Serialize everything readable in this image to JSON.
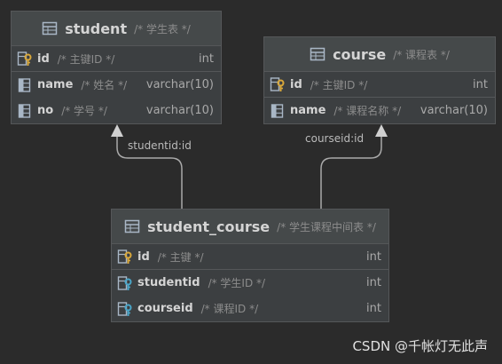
{
  "tables": {
    "student": {
      "name": "student",
      "comment": "/* 学生表 */",
      "columns": [
        {
          "name": "id",
          "comment": "/* 主键ID */",
          "type": "int",
          "kind": "primary-key"
        },
        {
          "name": "name",
          "comment": "/* 姓名 */",
          "type": "varchar(10)",
          "kind": "column"
        },
        {
          "name": "no",
          "comment": "/* 学号 */",
          "type": "varchar(10)",
          "kind": "column"
        }
      ]
    },
    "course": {
      "name": "course",
      "comment": "/* 课程表 */",
      "columns": [
        {
          "name": "id",
          "comment": "/* 主键ID */",
          "type": "int",
          "kind": "primary-key"
        },
        {
          "name": "name",
          "comment": "/* 课程名称 */",
          "type": "varchar(10)",
          "kind": "column"
        }
      ]
    },
    "student_course": {
      "name": "student_course",
      "comment": "/* 学生课程中间表 */",
      "columns": [
        {
          "name": "id",
          "comment": "/* 主键 */",
          "type": "int",
          "kind": "primary-key"
        },
        {
          "name": "studentid",
          "comment": "/* 学生ID */",
          "type": "int",
          "kind": "foreign-key"
        },
        {
          "name": "courseid",
          "comment": "/* 课程ID */",
          "type": "int",
          "kind": "foreign-key"
        }
      ]
    }
  },
  "relations": [
    {
      "label": "studentid:id",
      "from": "student_course.studentid",
      "to": "student.id"
    },
    {
      "label": "courseid:id",
      "from": "student_course.courseid",
      "to": "course.id"
    }
  ],
  "watermark": "CSDN @千帐灯无此声",
  "colors": {
    "background": "#2b2b2b",
    "table_fill": "#3c3f41",
    "header_fill": "#45494a",
    "border": "#555759",
    "key_gold": "#d9a83a",
    "key_blue": "#4aa6c9",
    "connector": "#a9a9a9"
  }
}
